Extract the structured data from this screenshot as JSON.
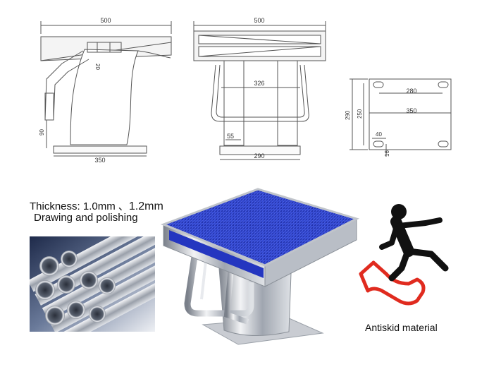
{
  "drawings": {
    "side_view": {
      "width_label": "500",
      "height_label": "90",
      "base_label": "350",
      "small_label": "20"
    },
    "front_view": {
      "width_label": "500",
      "inner_label": "326",
      "step_label": "55",
      "base_label": "290"
    },
    "top_view": {
      "width_label": "350",
      "slot_label": "280",
      "height_label": "290",
      "inner_height_label": "250",
      "corner_w_label": "40",
      "corner_h_label": "16"
    }
  },
  "captions": {
    "thickness_prefix": "Thickness: 1.0mm 、",
    "thickness_value": "1.2mm",
    "finish": "Drawing and polishing",
    "antiskid": "Antiskid material"
  },
  "colors": {
    "top_blue": "#2a3fd0",
    "warning_red": "#e02b1f",
    "steel": "#c8ccd2"
  }
}
